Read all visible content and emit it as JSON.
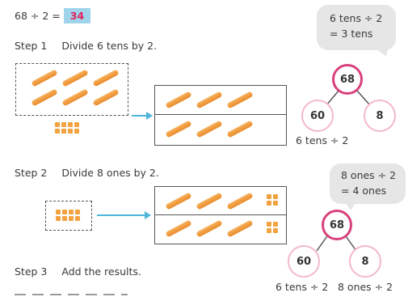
{
  "equation": {
    "text": "68 ÷ 2 =",
    "answer": "34"
  },
  "step1": {
    "label": "Step 1",
    "text": "Divide 6 tens by 2.",
    "bubble": {
      "line1": "6 tens ÷ 2",
      "line2": "= 3 tens"
    },
    "tree": {
      "top": "68",
      "left": "60",
      "right": "8",
      "caption": "6 tens ÷ 2"
    }
  },
  "step2": {
    "label": "Step 2",
    "text": "Divide 8 ones by 2.",
    "bubble": {
      "line1": "8 ones ÷ 2",
      "line2": "= 4 ones"
    },
    "tree": {
      "top": "68",
      "left": "60",
      "right": "8",
      "caption_left": "6 tens ÷ 2",
      "caption_right": "8 ones ÷ 2"
    }
  },
  "step3": {
    "label": "Step 3",
    "text": "Add the results."
  },
  "colors": {
    "answer_bg": "#9fd4ea",
    "answer_text": "#e0245e",
    "circle_main": "#d9407b",
    "circle_part": "#f3b8cc",
    "arrow": "#4fb6d9",
    "stick": "#f2a23f"
  }
}
